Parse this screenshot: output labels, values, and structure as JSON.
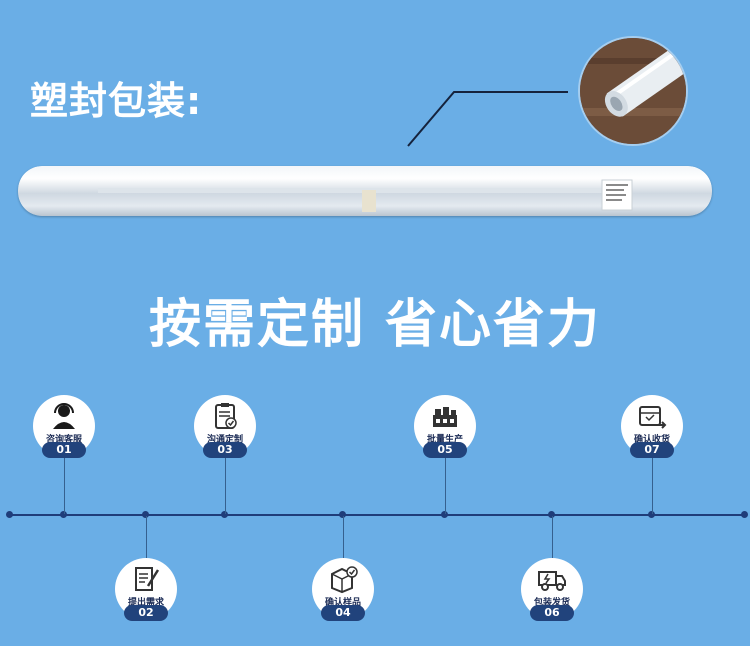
{
  "title": "塑封包装:",
  "slogan": "按需定制 省心省力",
  "colors": {
    "background": "#6aaee6",
    "timeline": "#1f3d7a",
    "badge": "#21437c"
  },
  "steps": [
    {
      "label": "咨询客服",
      "number": "01",
      "icon": "customer-service-icon"
    },
    {
      "label": "提出需求",
      "number": "02",
      "icon": "document-pen-icon"
    },
    {
      "label": "沟通定制",
      "number": "03",
      "icon": "clipboard-check-icon"
    },
    {
      "label": "确认样品",
      "number": "04",
      "icon": "box-check-icon"
    },
    {
      "label": "批量生产",
      "number": "05",
      "icon": "factory-icon"
    },
    {
      "label": "包装发货",
      "number": "06",
      "icon": "truck-icon"
    },
    {
      "label": "确认收货",
      "number": "07",
      "icon": "package-arrow-icon"
    }
  ]
}
